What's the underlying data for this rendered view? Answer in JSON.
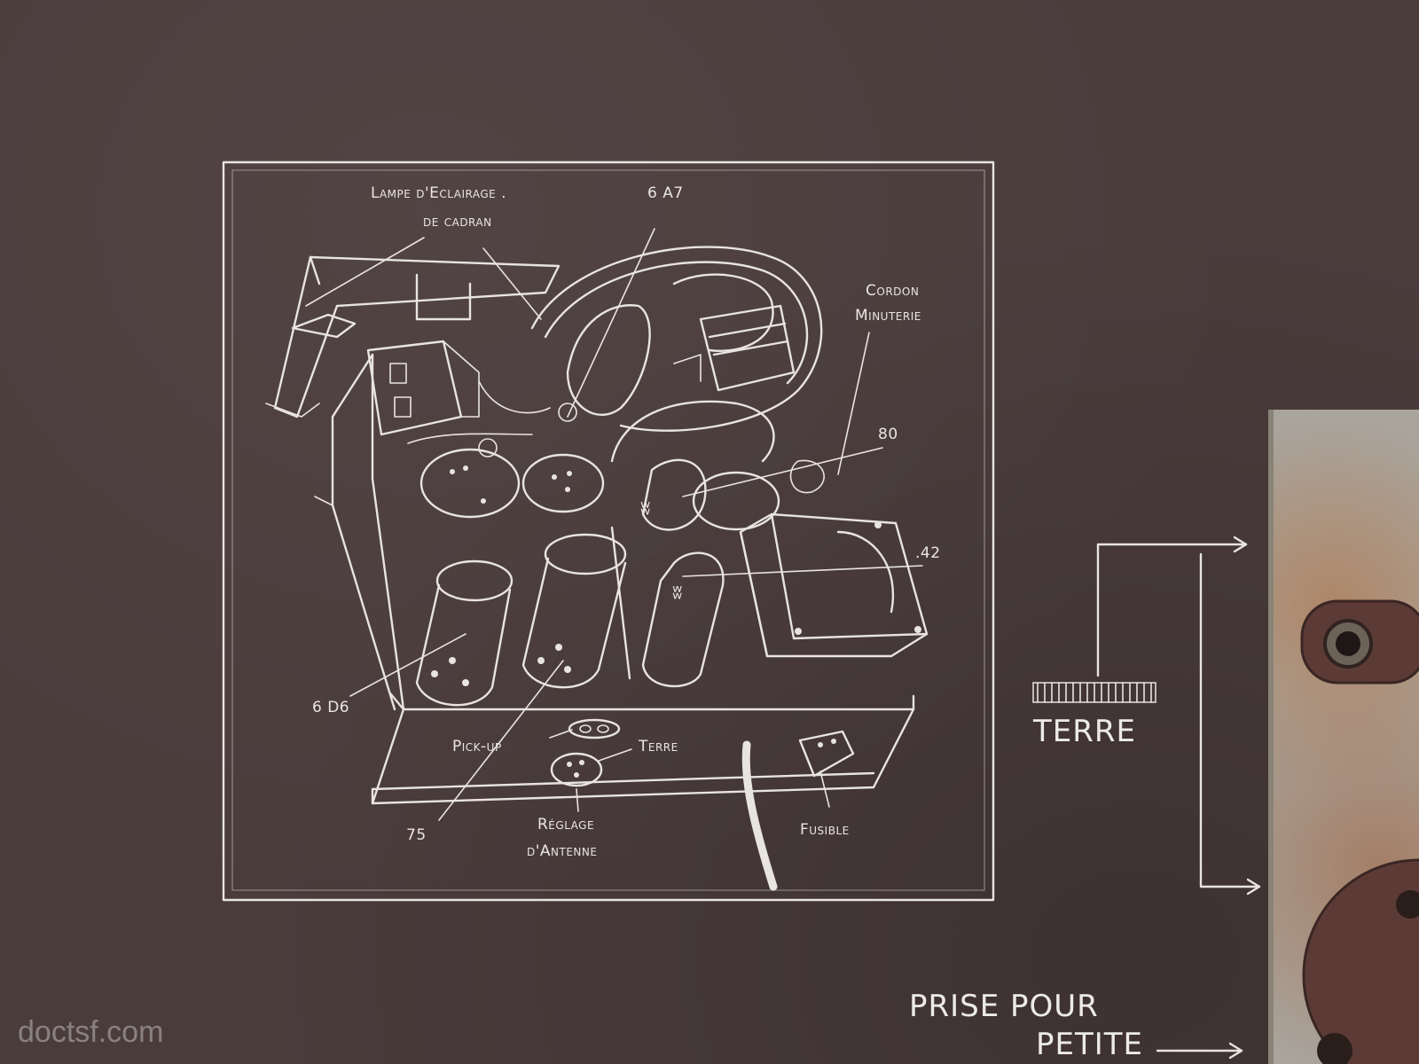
{
  "diagram": {
    "labels": {
      "lampe": "Lampe d'Eclairage .",
      "cadran": "de cadran",
      "tube_6a7": "6 A7",
      "cordon": "Cordon",
      "minuterie": "Minuterie",
      "tube_80": "80",
      "tube_42": ".42",
      "tube_6d6": "6 D6",
      "pickup": "Pick-up",
      "terre_small": "Terre",
      "tube_75": "75",
      "reglage": "Réglage",
      "antenne": "d'Antenne",
      "fusible": "Fusible"
    }
  },
  "right_panel": {
    "terre": "TERRE",
    "prise_pour": "PRISE  POUR",
    "petite": "PETITE"
  },
  "watermark": "doctsf.com",
  "colors": {
    "board": "#4b3c3c",
    "ink": "#e8e4df",
    "metal_plate": "#a9a49c",
    "bakelite": "#5c3b36"
  }
}
